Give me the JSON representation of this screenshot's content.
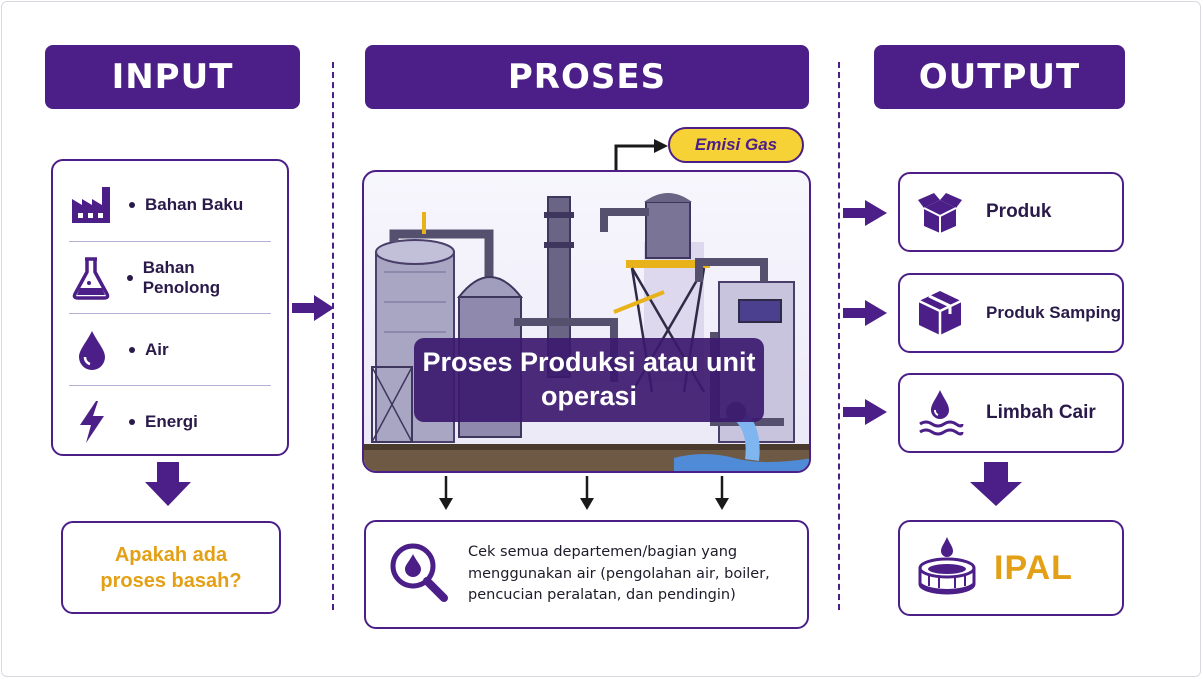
{
  "headers": {
    "input": "INPUT",
    "proses": "PROSES",
    "output": "OUTPUT"
  },
  "inputs": [
    {
      "icon": "factory-icon",
      "label": "Bahan Baku"
    },
    {
      "icon": "flask-icon",
      "label": "Bahan Penolong"
    },
    {
      "icon": "water-drop-icon",
      "label": "Air"
    },
    {
      "icon": "lightning-icon",
      "label": "Energi"
    }
  ],
  "question": "Apakah ada proses basah?",
  "process": {
    "emission": "Emisi Gas",
    "label": "Proses Produksi atau unit operasi",
    "note": "Cek semua departemen/bagian yang menggunakan air (pengolahan air, boiler, pencucian peralatan, dan pendingin)"
  },
  "outputs": [
    {
      "icon": "open-box-icon",
      "label": "Produk"
    },
    {
      "icon": "package-icon",
      "label": "Produk Samping"
    },
    {
      "icon": "wastewater-icon",
      "label": "Limbah Cair"
    }
  ],
  "treatment": {
    "icon": "treatment-tank-icon",
    "label": "IPAL"
  },
  "colors": {
    "primary": "#4b1f87",
    "accent": "#e3a016",
    "highlight": "#f6d236"
  }
}
